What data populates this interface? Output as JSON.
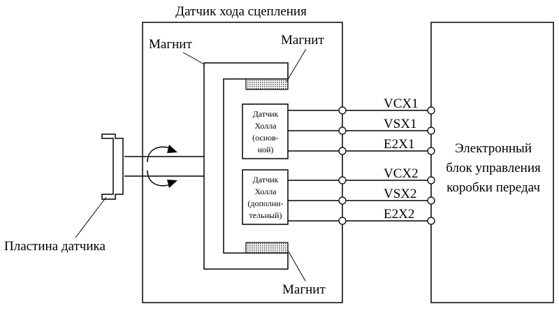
{
  "sensor": {
    "title": "Датчик хода сцепления",
    "magnet_top_left": "Магнит",
    "magnet_top_right": "Магнит",
    "magnet_bottom": "Магнит",
    "hall_main": [
      "Датчик",
      "Холла",
      "(основ-",
      "ной)"
    ],
    "hall_aux": [
      "Датчик",
      "Холла",
      "(дополни-",
      "тельный)"
    ]
  },
  "plate": {
    "label": "Пластина датчика"
  },
  "ecu": {
    "lines": [
      "Электронный",
      "блок управления",
      "коробки передач"
    ]
  },
  "signals": [
    "VCX1",
    "VSX1",
    "E2X1",
    "VCX2",
    "VSX2",
    "E2X2"
  ],
  "colors": {
    "stroke": "#000000",
    "magnet_fill": "#9a9a9a",
    "background": "#ffffff"
  }
}
